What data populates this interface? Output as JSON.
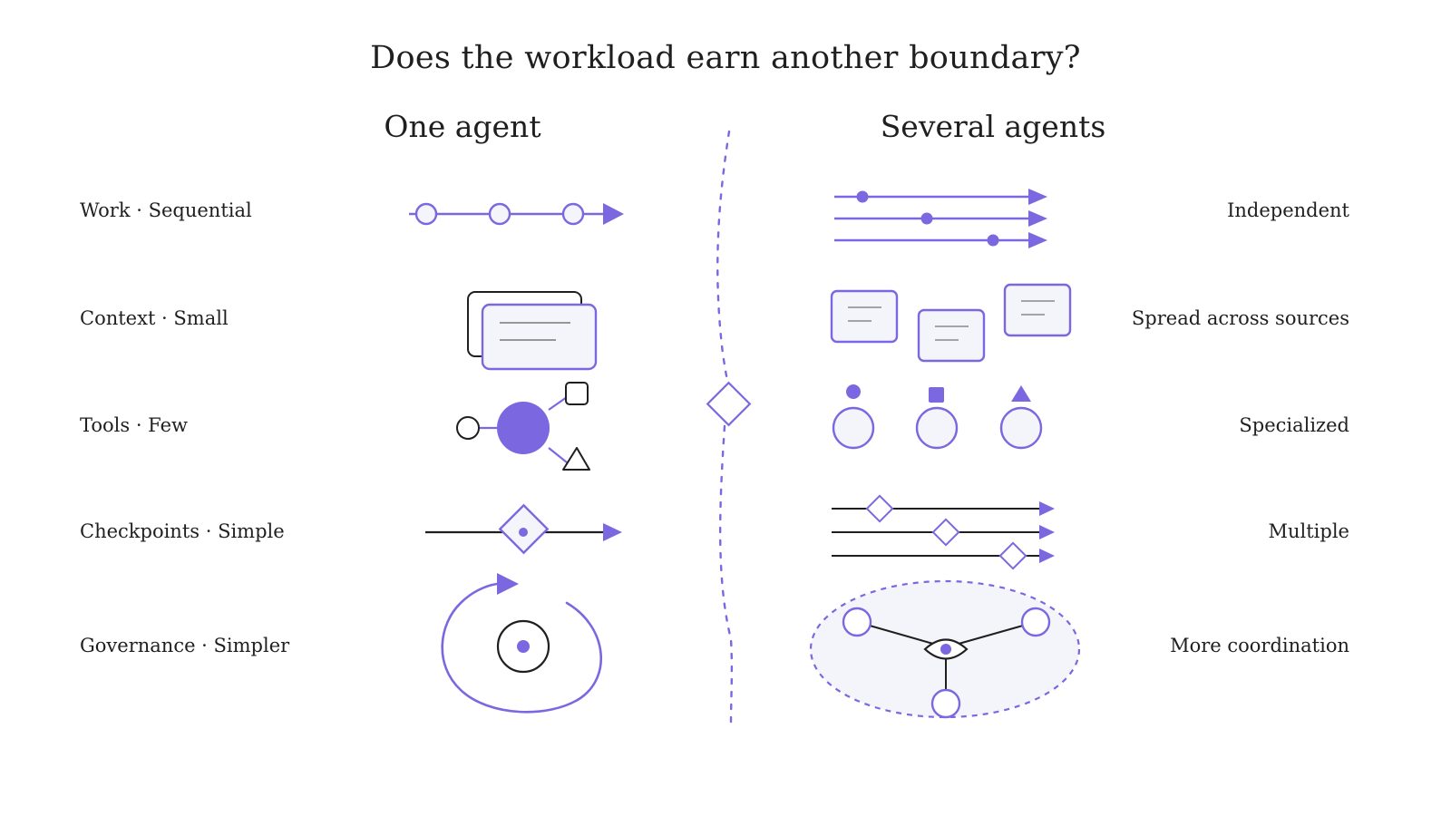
{
  "title": "Does the workload earn another boundary?",
  "columns": {
    "left": "One agent",
    "right": "Several agents"
  },
  "rows": [
    {
      "left_label": "Work · Sequential",
      "right_label": "Independent",
      "left_icon": "sequential-steps-icon",
      "right_icon": "parallel-lanes-icon"
    },
    {
      "left_label": "Context · Small",
      "right_label": "Spread across sources",
      "left_icon": "stacked-cards-icon",
      "right_icon": "scattered-cards-icon"
    },
    {
      "left_label": "Tools · Few",
      "right_label": "Specialized",
      "left_icon": "tool-hub-icon",
      "right_icon": "specialized-nodes-icon"
    },
    {
      "left_label": "Checkpoints · Simple",
      "right_label": "Multiple",
      "left_icon": "single-checkpoint-icon",
      "right_icon": "multiple-checkpoints-icon"
    },
    {
      "left_label": "Governance · Simpler",
      "right_label": "More coordination",
      "left_icon": "loop-icon",
      "right_icon": "coordination-network-icon"
    }
  ],
  "colors": {
    "accent": "#7b68e0",
    "ink": "#1f1f1f",
    "fill_light": "#f4f4fb",
    "line_gray": "#9a9a9a"
  }
}
